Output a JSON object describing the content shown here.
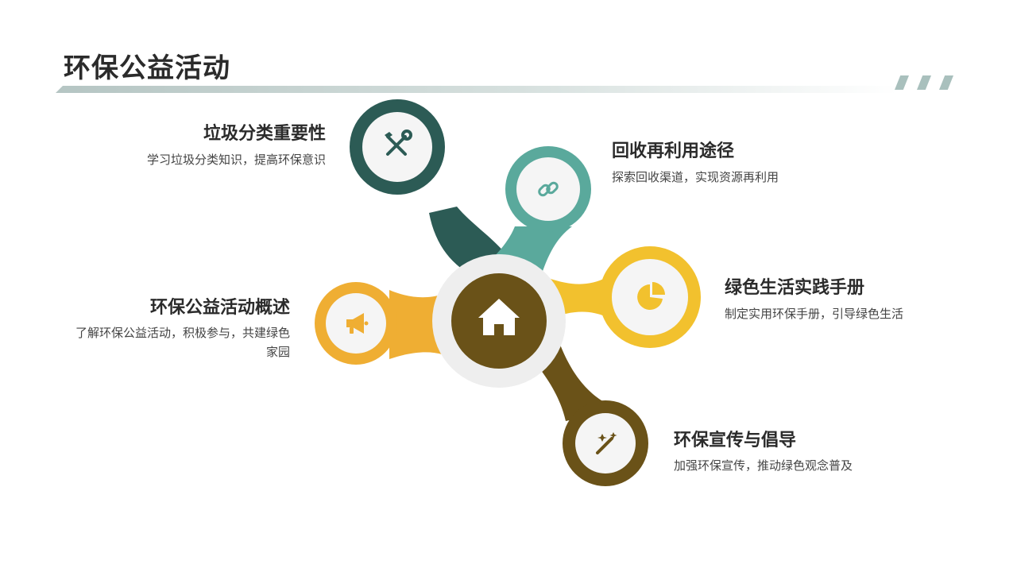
{
  "page": {
    "title": "环保公益活动"
  },
  "colors": {
    "dark_green": "#2c5b55",
    "teal": "#5aa99c",
    "orange": "#efae33",
    "yellow": "#f2c12e",
    "brown": "#6a5218",
    "ring": "#eeeeee",
    "stripe": "#a9c0bd"
  },
  "items": [
    {
      "title": "垃圾分类重要性",
      "desc": "学习垃圾分类知识，提高环保意识",
      "icon": "tools-icon"
    },
    {
      "title": "回收再利用途径",
      "desc": "探索回收渠道，实现资源再利用",
      "icon": "link-icon"
    },
    {
      "title": "绿色生活实践手册",
      "desc": "制定实用环保手册，引导绿色生活",
      "icon": "pie-chart-icon"
    },
    {
      "title": "环保公益活动概述",
      "desc": "了解环保公益活动，积极参与，共建绿色家园",
      "icon": "megaphone-icon"
    },
    {
      "title": "环保宣传与倡导",
      "desc": "加强环保宣传，推动绿色观念普及",
      "icon": "magic-wand-icon"
    }
  ],
  "center": {
    "icon": "home-icon"
  }
}
